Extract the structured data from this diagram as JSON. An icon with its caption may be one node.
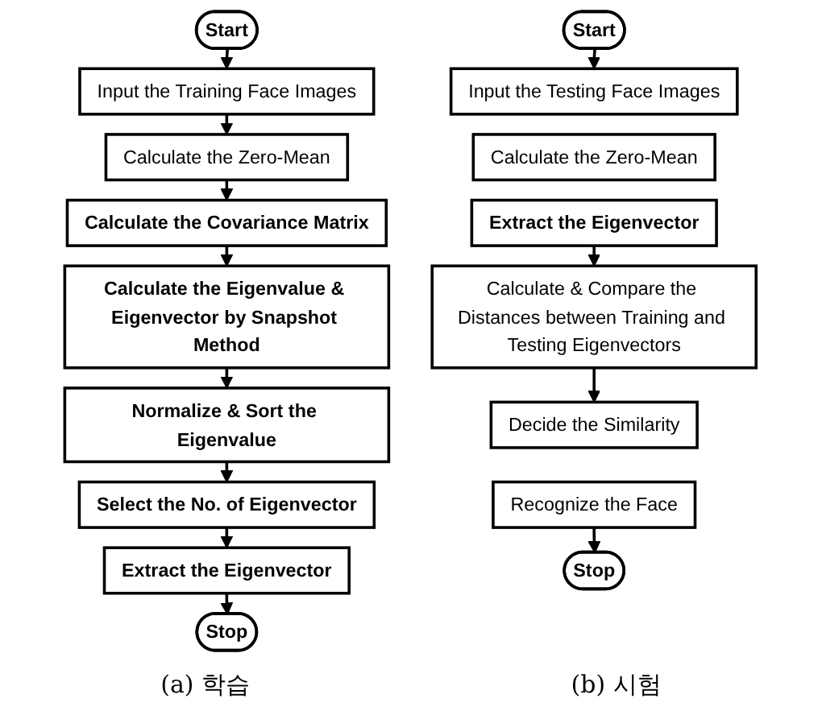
{
  "diagram": {
    "nodes": [
      {
        "text": [
          "Start"
        ]
      },
      {
        "text": [
          "Input the Training Face Images"
        ]
      },
      {
        "text": [
          "Calculate the Zero-Mean"
        ]
      },
      {
        "text": [
          "Calculate the Covariance Matrix"
        ]
      },
      {
        "text": [
          "Calculate the Eigenvalue & Eigenvector by Snapshot Method"
        ]
      },
      {
        "text": [
          "Normalize & Sort the Eigenvalue"
        ]
      },
      {
        "text": [
          "Select the No. of Eigenvector"
        ]
      },
      {
        "text": [
          "Extract the Eigenvector"
        ]
      },
      {
        "text": [
          "Stop"
        ]
      },
      {
        "text": [
          "Start"
        ]
      },
      {
        "text": [
          "Input the Testing Face Images"
        ]
      },
      {
        "text": [
          "Calculate the Zero-Mean"
        ]
      },
      {
        "text": [
          "Extract the Eigenvector"
        ]
      },
      {
        "text": [
          "Calculate & Compare the Distances between Training and Testing Eigenvectors"
        ]
      },
      {
        "text": [
          "Decide the Similarity"
        ]
      },
      {
        "text": [
          "Recognize the Face"
        ]
      },
      {
        "text": [
          "Stop"
        ]
      }
    ],
    "edges": [
      {
        "from": 0,
        "to": 1,
        "arrow": "to"
      },
      {
        "from": 1,
        "to": 2,
        "arrow": "to"
      },
      {
        "from": 2,
        "to": 3,
        "arrow": "to"
      },
      {
        "from": 3,
        "to": 4,
        "arrow": "to"
      },
      {
        "from": 4,
        "to": 5,
        "arrow": "to"
      },
      {
        "from": 5,
        "to": 6,
        "arrow": "to"
      },
      {
        "from": 6,
        "to": 7,
        "arrow": "to"
      },
      {
        "from": 7,
        "to": 8,
        "arrow": "to"
      },
      {
        "from": 9,
        "to": 10,
        "arrow": "to"
      },
      {
        "from": 12,
        "to": 13,
        "arrow": "to"
      },
      {
        "from": 13,
        "to": 14,
        "arrow": "to"
      },
      {
        "from": 15,
        "to": 16,
        "arrow": "to"
      }
    ],
    "labels": [
      "(a) 학습",
      "(b) 시험"
    ]
  }
}
